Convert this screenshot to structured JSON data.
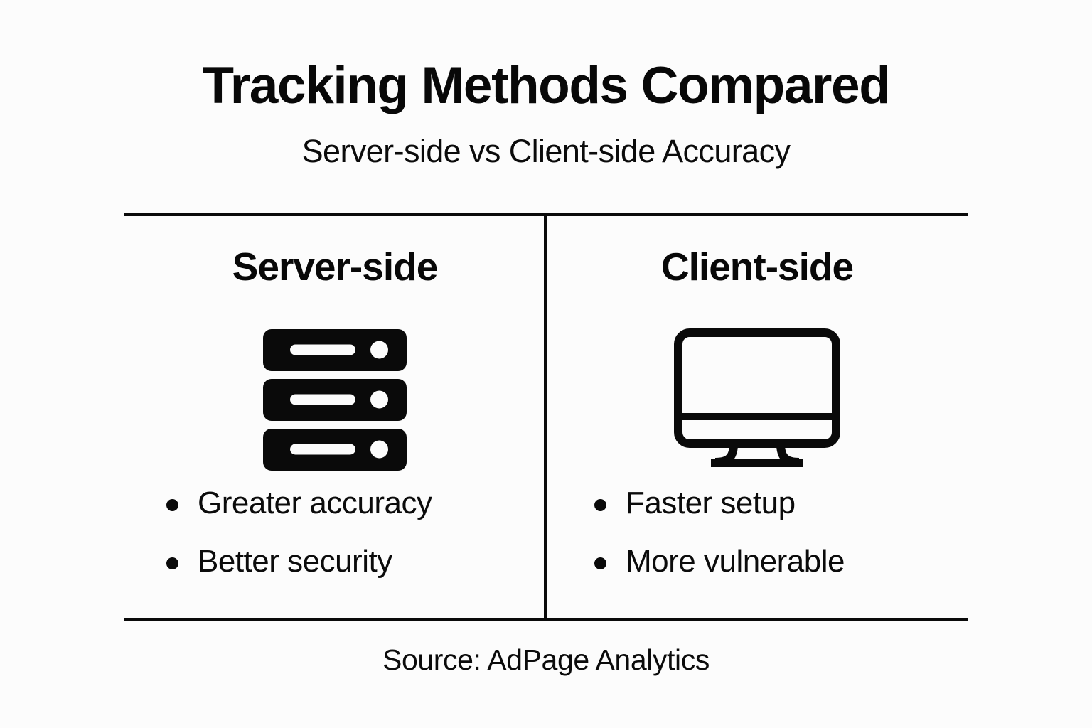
{
  "canvas": {
    "background_color": "#fcfcfc",
    "ink_color": "#0a0a0a"
  },
  "header": {
    "title": "Tracking Methods Compared",
    "subtitle": "Server-side vs Client-side Accuracy"
  },
  "comparison": {
    "columns": [
      {
        "heading": "Server-side",
        "icon": "server-rack-icon",
        "bullets": [
          "Greater accuracy",
          "Better security"
        ]
      },
      {
        "heading": "Client-side",
        "icon": "desktop-monitor-icon",
        "bullets": [
          "Faster setup",
          "More vulnerable"
        ]
      }
    ]
  },
  "footer": {
    "source": "Source: AdPage Analytics"
  }
}
